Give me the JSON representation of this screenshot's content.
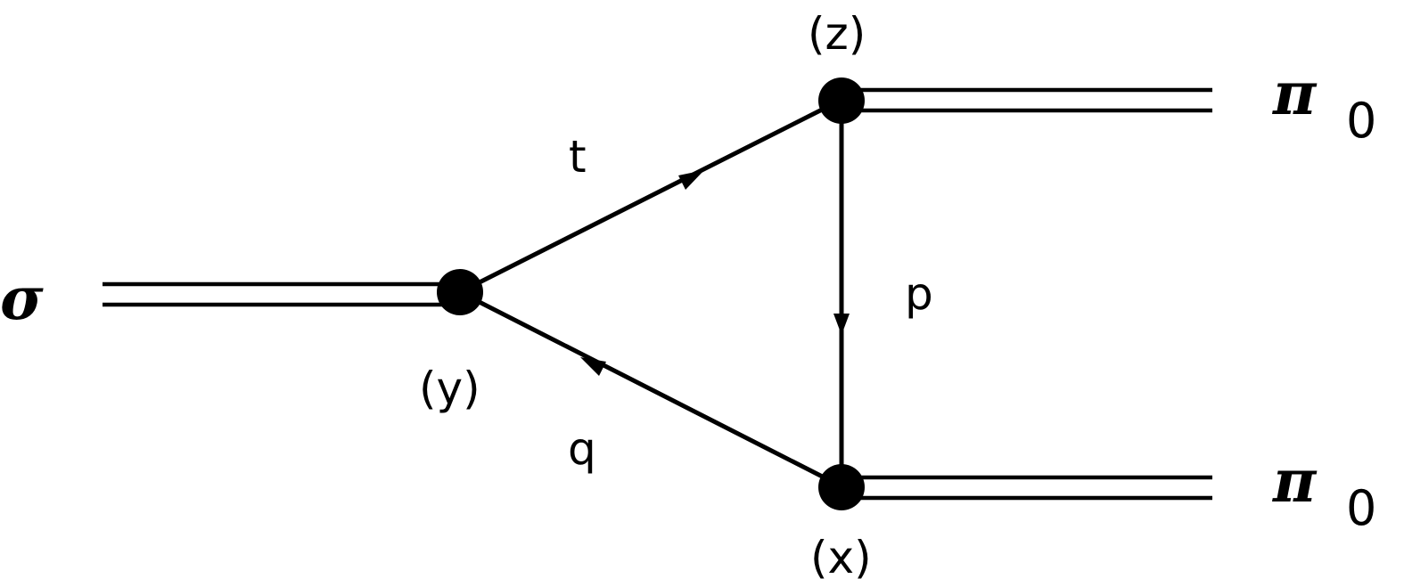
{
  "diagram": {
    "incoming": {
      "particle": "σ"
    },
    "outgoing": [
      {
        "particle": "π",
        "subscript": "0"
      },
      {
        "particle": "π",
        "subscript": "0"
      }
    ],
    "vertices": {
      "y": "(y)",
      "z": "(z)",
      "x": "(x)"
    },
    "momenta": {
      "t": "t",
      "p": "p",
      "q": "q"
    }
  }
}
